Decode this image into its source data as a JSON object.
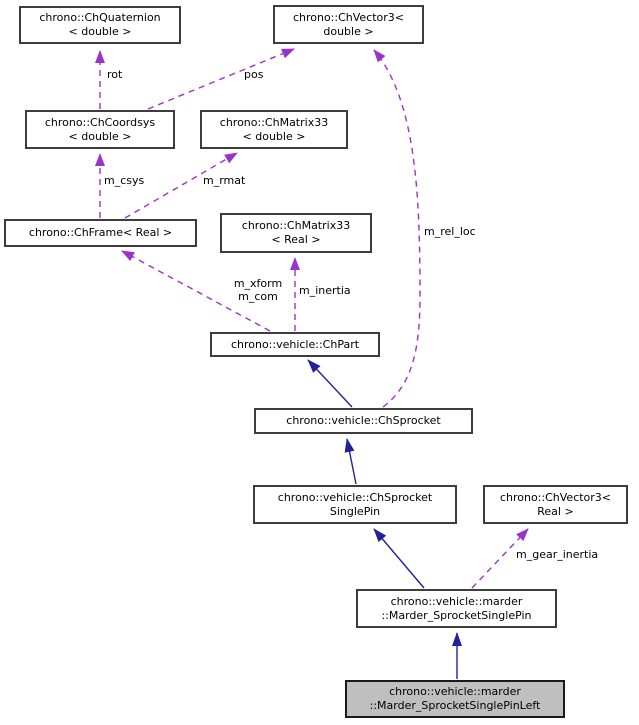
{
  "diagram": {
    "kind": "collaboration-graph",
    "selected_node": "chrono::vehicle::marder::Marder_SprocketSinglePinLeft"
  },
  "colors": {
    "inheritance_edge": "#22219b",
    "usage_edge": "#9a32cd",
    "node_border": "#3d3d3d",
    "node_fill": "#ffffff",
    "selected_node_fill": "#bfbfbf"
  },
  "nodes": {
    "chquaternion_double": {
      "label": "chrono::ChQuaternion\n< double >"
    },
    "chvector3_double": {
      "label": "chrono::ChVector3<\ndouble >"
    },
    "chcoordsys_double": {
      "label": "chrono::ChCoordsys\n< double >"
    },
    "chmatrix33_double": {
      "label": "chrono::ChMatrix33\n< double >"
    },
    "chframe_real": {
      "label": "chrono::ChFrame< Real >"
    },
    "chmatrix33_real": {
      "label": "chrono::ChMatrix33\n< Real >"
    },
    "chpart": {
      "label": "chrono::vehicle::ChPart"
    },
    "chsprocket": {
      "label": "chrono::vehicle::ChSprocket"
    },
    "chsprocket_singlepin": {
      "label": "chrono::vehicle::ChSprocket\nSinglePin"
    },
    "chvector3_real": {
      "label": "chrono::ChVector3<\nReal >"
    },
    "marder_sprocket_singlepin": {
      "label": "chrono::vehicle::marder\n::Marder_SprocketSinglePin"
    },
    "marder_sprocket_singlepin_left": {
      "label": "chrono::vehicle::marder\n::Marder_SprocketSinglePinLeft"
    }
  },
  "edge_labels": {
    "rot": "rot",
    "pos": "pos",
    "m_csys": "m_csys",
    "m_rmat": "m_rmat",
    "m_xform_m_com": "m_xform\nm_com",
    "m_inertia": "m_inertia",
    "m_rel_loc": "m_rel_loc",
    "m_gear_inertia": "m_gear_inertia"
  }
}
